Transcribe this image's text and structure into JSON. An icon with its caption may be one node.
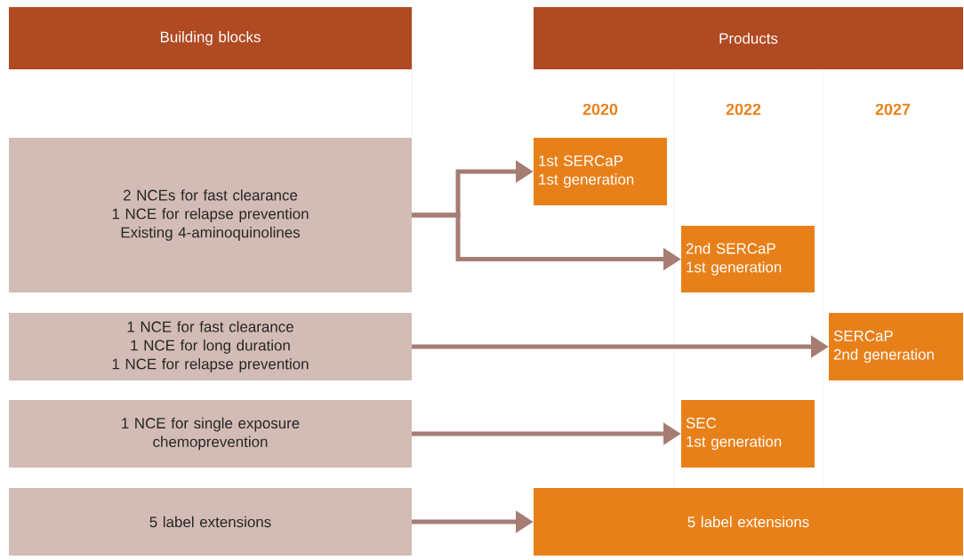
{
  "diagram": {
    "nodes": [
      {
        "text": [
          "Building blocks"
        ]
      },
      {
        "text": [
          "Products"
        ]
      },
      {
        "text": [
          "2 NCEs for fast clearance",
          "1 NCE for relapse prevention",
          "Existing 4-aminoquinolines"
        ]
      },
      {
        "text": [
          "1 NCE for fast clearance",
          "1 NCE for long duration",
          "1 NCE for relapse prevention"
        ]
      },
      {
        "text": [
          "1 NCE for single exposure chemoprevention"
        ]
      },
      {
        "text": [
          "5 label extensions"
        ]
      },
      {
        "text": [
          "1st SERCaP",
          "1st generation"
        ]
      },
      {
        "text": [
          "2nd SERCaP",
          "1st generation"
        ]
      },
      {
        "text": [
          "SERCaP",
          "2nd generation"
        ]
      },
      {
        "text": [
          "SEC",
          "1st generation"
        ]
      },
      {
        "text": [
          "5 label extensions"
        ]
      }
    ],
    "edges": [
      {
        "from": 2,
        "to": 6,
        "arrow": "to"
      },
      {
        "from": 2,
        "to": 7,
        "arrow": "to"
      },
      {
        "from": 3,
        "to": 8,
        "arrow": "to"
      },
      {
        "from": 4,
        "to": 9,
        "arrow": "to"
      },
      {
        "from": 5,
        "to": 10,
        "arrow": "to"
      }
    ],
    "labels": [
      "2020",
      "2022",
      "2027"
    ]
  }
}
